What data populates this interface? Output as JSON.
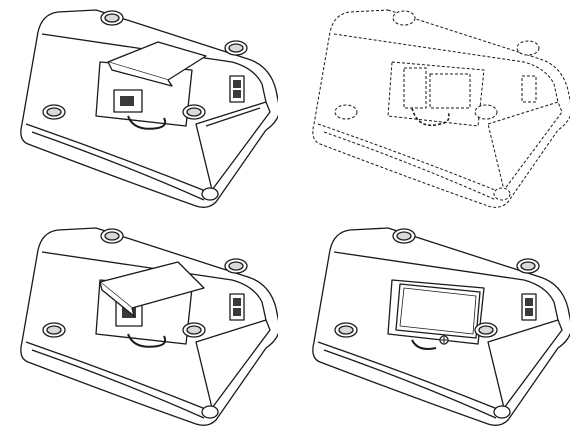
{
  "figure": {
    "panels": [
      {
        "id": "p1",
        "step": "cover-lifted",
        "style": "solid-line"
      },
      {
        "id": "p2",
        "step": "cover-removed",
        "style": "dashed-line"
      },
      {
        "id": "p3",
        "step": "cover-lowering",
        "style": "solid-line"
      },
      {
        "id": "p4",
        "step": "cover-closed-with-screw",
        "style": "solid-line"
      }
    ],
    "colors": {
      "line": "#1a1a1a",
      "fill": "#ffffff",
      "shade": "#d9d9d9",
      "dark": "#3a3a3a"
    }
  }
}
